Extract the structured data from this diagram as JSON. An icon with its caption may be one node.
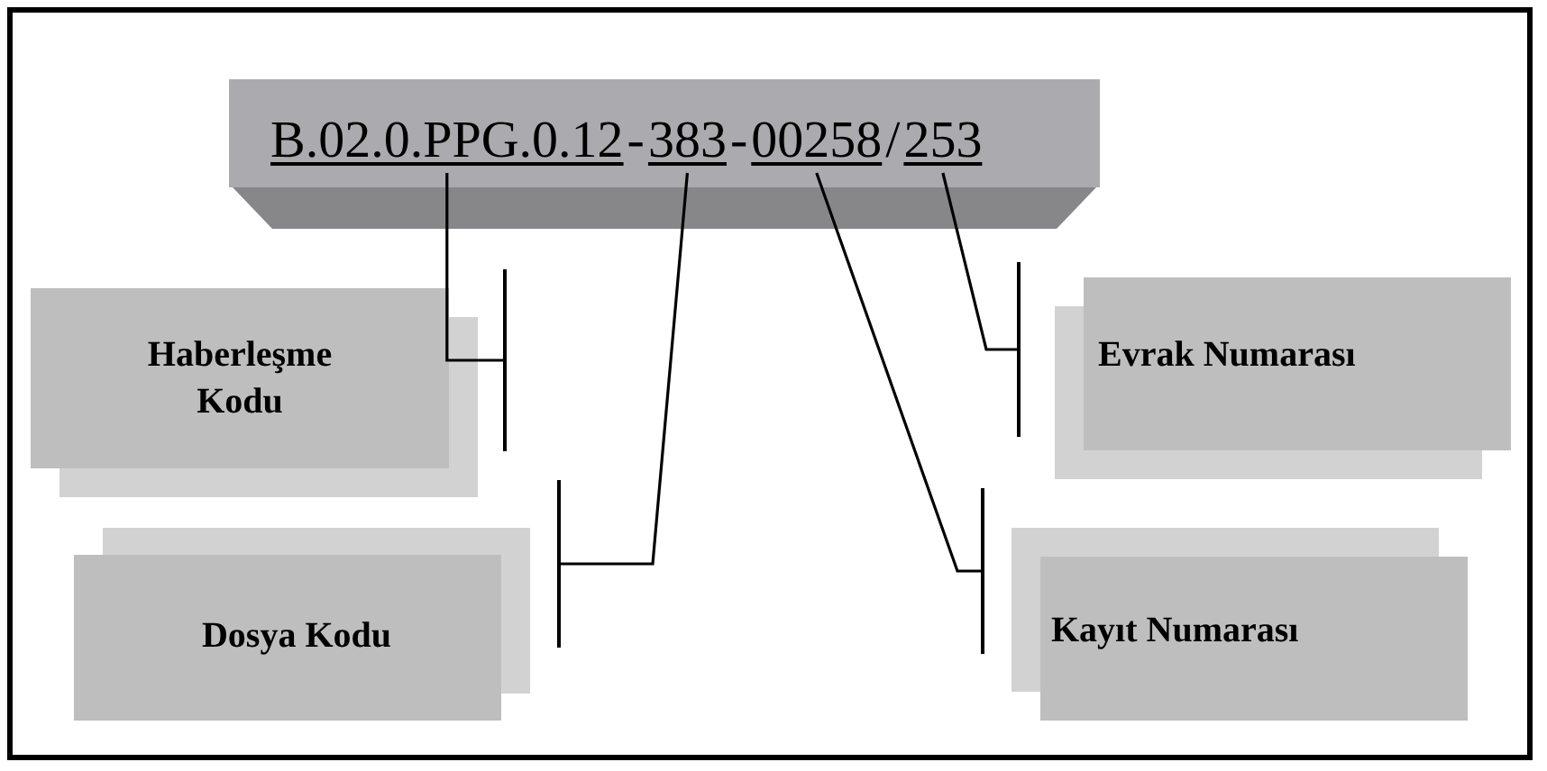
{
  "diagram": {
    "nodes": [
      {
        "text": [],
        "shape": "bar"
      },
      {
        "text": [
          "B.02.0.PPG.0.12"
        ],
        "in": 0
      },
      {
        "text": [
          "383"
        ],
        "in": 0
      },
      {
        "text": [
          "00258"
        ],
        "in": 0
      },
      {
        "text": [
          "253"
        ],
        "in": 0
      },
      {
        "text": [
          "Haberleşme Kodu"
        ]
      },
      {
        "text": [
          "Dosya Kodu"
        ]
      },
      {
        "text": [
          "Evrak Numarası"
        ]
      },
      {
        "text": [
          "Kayıt Numarası"
        ]
      }
    ],
    "edges": [
      {
        "from": 1,
        "to": 5,
        "arrow": "other"
      },
      {
        "from": 2,
        "to": 6,
        "arrow": "other"
      },
      {
        "from": 4,
        "to": 7,
        "arrow": "other"
      },
      {
        "from": 3,
        "to": 8,
        "arrow": "other"
      }
    ],
    "labels": [
      "-",
      "-",
      "/"
    ]
  }
}
